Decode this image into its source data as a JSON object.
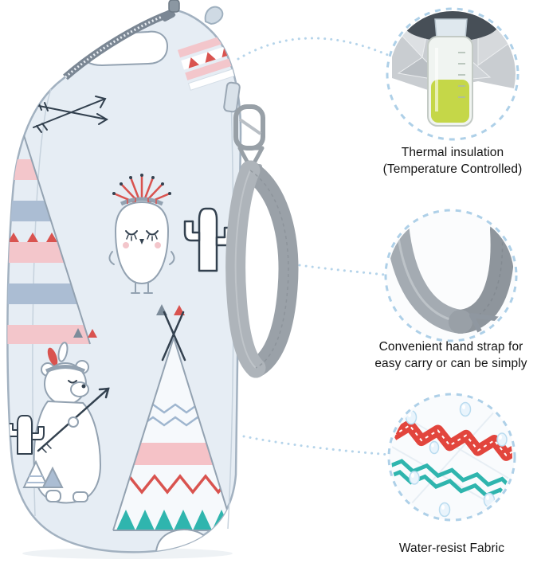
{
  "image": {
    "subject": "Insulated baby bottle bag with cartoon print, hand strap and feature callouts"
  },
  "callouts": {
    "thermal": {
      "line1": "Thermal insulation",
      "line2": "(Temperature Controlled)"
    },
    "strap": {
      "line1": "Convenient hand strap for",
      "line2": "easy carry or can be simply"
    },
    "water": {
      "line1": "Water-resist Fabric"
    }
  },
  "colors": {
    "bag_fabric": "#e6edf4",
    "bag_outline": "#a2b1c0",
    "strap_grey": "#a4abb2",
    "accent_red": "#d9534f",
    "accent_teal": "#2fb5ae",
    "accent_pink": "#f5c2c7",
    "callout_dash": "#aed0e8",
    "bottle_liquid": "#c5d748",
    "text": "#141414"
  }
}
